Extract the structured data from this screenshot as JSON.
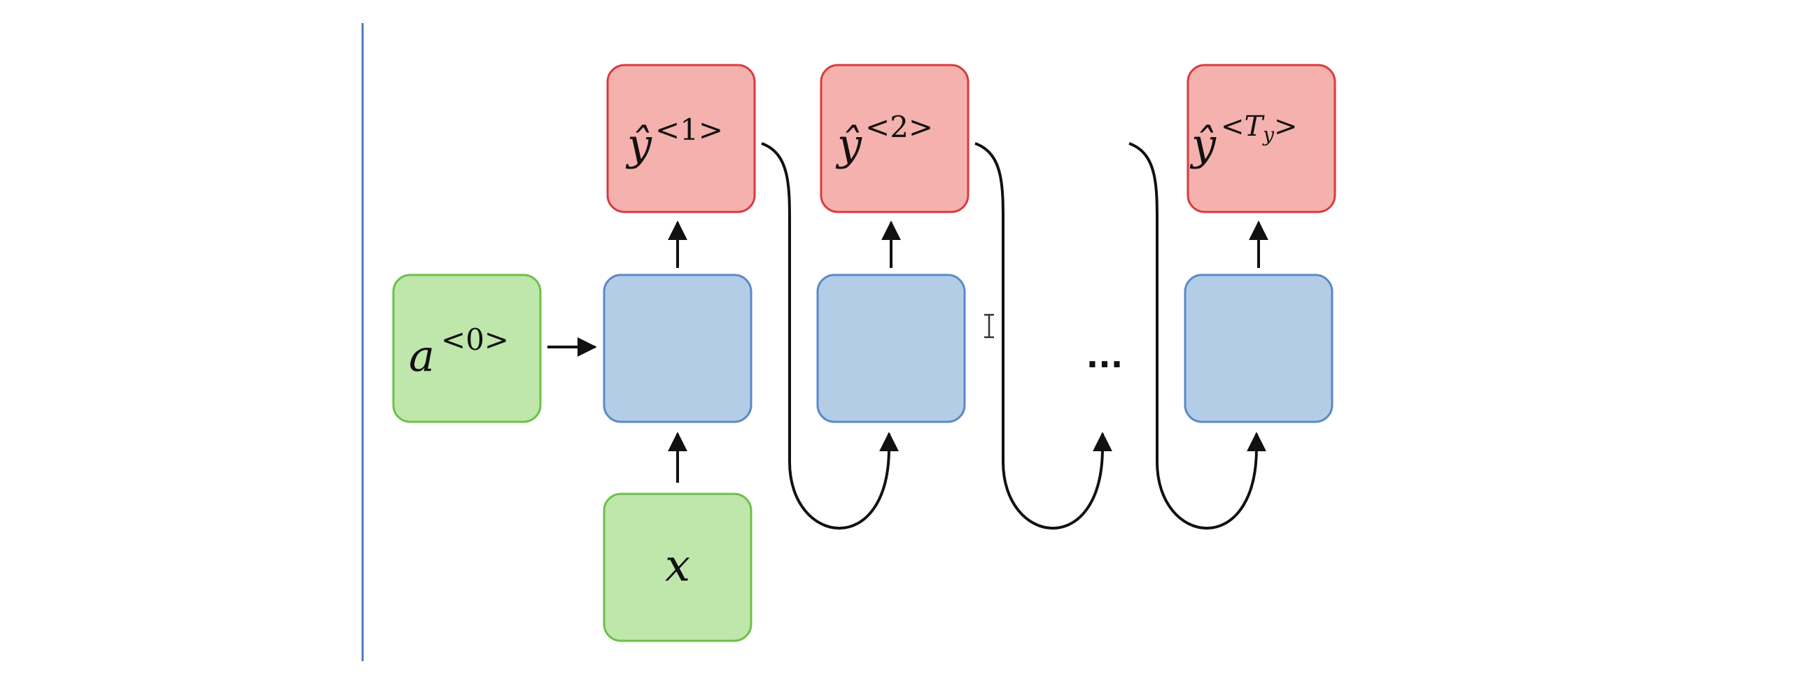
{
  "colors": {
    "input_fill": "#bfe6ab",
    "input_stroke": "#6cc04a",
    "hidden_fill": "#b3cde7",
    "hidden_stroke": "#5b88c8",
    "output_fill": "#f5b1ad",
    "output_stroke": "#d93a40",
    "left_rule": "#4a78c0",
    "arrow": "#111111"
  },
  "nodes": {
    "a0": {
      "base": "a",
      "sup": "<0>"
    },
    "x": {
      "base": "x"
    },
    "y1": {
      "base": "ŷ",
      "sup": "<1>"
    },
    "y2": {
      "base": "ŷ",
      "sup": "<2>"
    },
    "yTy": {
      "base": "ŷ",
      "sup_open": "<",
      "sup_T": "T",
      "sup_sub": "y",
      "sup_close": ">"
    }
  },
  "ellipsis": "...",
  "cursor_icon": "text-cursor-icon"
}
